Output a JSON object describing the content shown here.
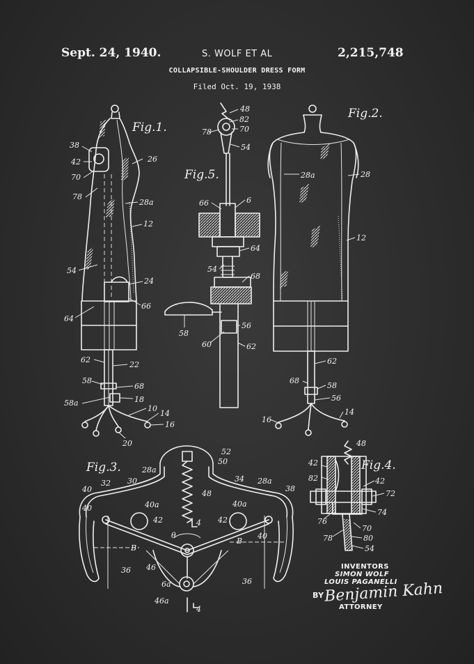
{
  "header": {
    "date": "Sept. 24, 1940.",
    "inventor_short": "S. WOLF ET AL",
    "patent_number": "2,215,748",
    "title": "COLLAPSIBLE-SHOULDER DRESS FORM",
    "filed": "Filed Oct. 19, 1938"
  },
  "figures": {
    "fig1": "Fig.1.",
    "fig2": "Fig.2.",
    "fig3": "Fig.3.",
    "fig4": "Fig.4.",
    "fig5": "Fig.5."
  },
  "refs": {
    "fig1": [
      "38",
      "26",
      "42",
      "70",
      "78",
      "28a",
      "12",
      "54",
      "24",
      "64",
      "66",
      "62",
      "22",
      "58",
      "68",
      "18",
      "58a",
      "10",
      "14",
      "16",
      "20"
    ],
    "fig5": [
      "48",
      "82",
      "78",
      "70",
      "54",
      "66",
      "6",
      "64",
      "54",
      "68",
      "58",
      "56",
      "60",
      "62"
    ],
    "fig2": [
      "28a",
      "28",
      "12",
      "62",
      "68",
      "58",
      "56",
      "16",
      "14"
    ],
    "fig3": [
      "52",
      "50",
      "28a",
      "30",
      "34",
      "28a",
      "40",
      "32",
      "38",
      "48",
      "40a",
      "40a",
      "42",
      "4",
      "42",
      "B",
      "B",
      "θ",
      "40",
      "40",
      "46",
      "36",
      "36",
      "6a",
      "46a",
      "4"
    ],
    "fig4": [
      "48",
      "42",
      "82",
      "42",
      "72",
      "74",
      "76",
      "70",
      "78",
      "80",
      "54"
    ]
  },
  "signature": {
    "inventors_label": "INVENTORS",
    "inventor_1": "SIMON WOLF",
    "inventor_2": "LOUIS PAGANELLI",
    "by": "BY",
    "attorney_signature": "Benjamin Kahn",
    "attorney_label": "ATTORNEY"
  }
}
